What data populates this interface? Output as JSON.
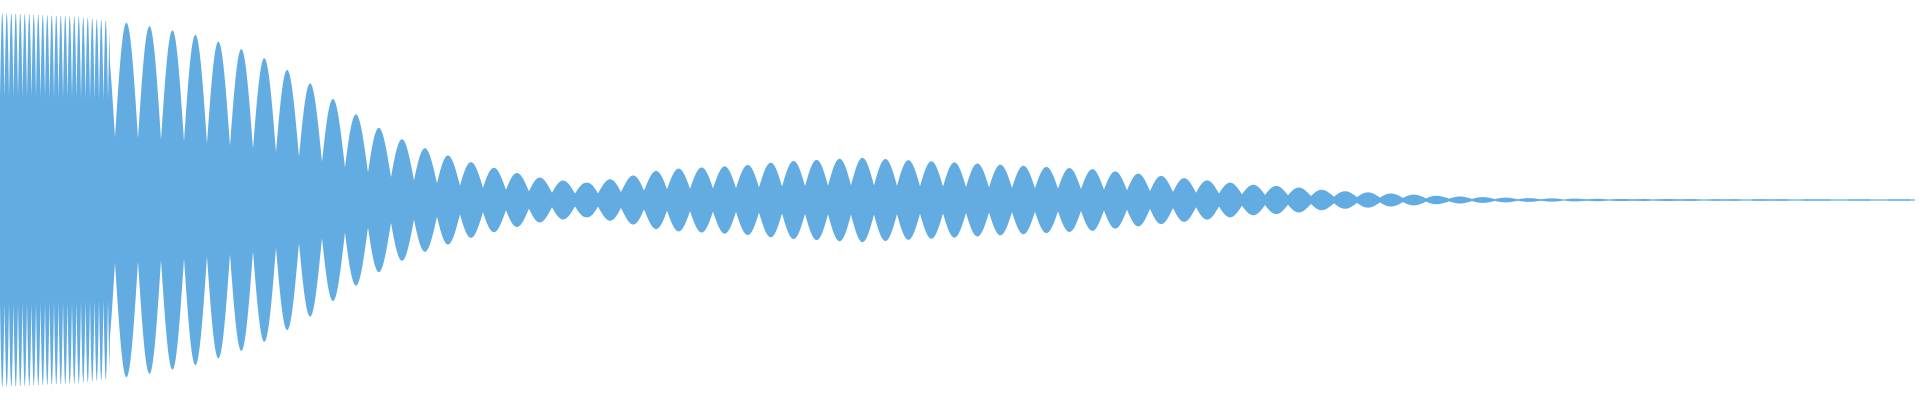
{
  "waveform": {
    "color": "#62ace2",
    "background": "#ffffff",
    "envelope": [
      0.98,
      0.97,
      0.96,
      0.93,
      0.9,
      0.86,
      0.8,
      0.72,
      0.6,
      0.46,
      0.34,
      0.26,
      0.2,
      0.15,
      0.11,
      0.09,
      0.12,
      0.16,
      0.17,
      0.18,
      0.2,
      0.21,
      0.22,
      0.21,
      0.2,
      0.19,
      0.18,
      0.17,
      0.16,
      0.14,
      0.12,
      0.1,
      0.08,
      0.07,
      0.05,
      0.04,
      0.03,
      0.02,
      0.015,
      0.01,
      0.008,
      0.006,
      0.005,
      0.005,
      0.004,
      0.004,
      0.004,
      0.003,
      0.003,
      0.002
    ]
  }
}
